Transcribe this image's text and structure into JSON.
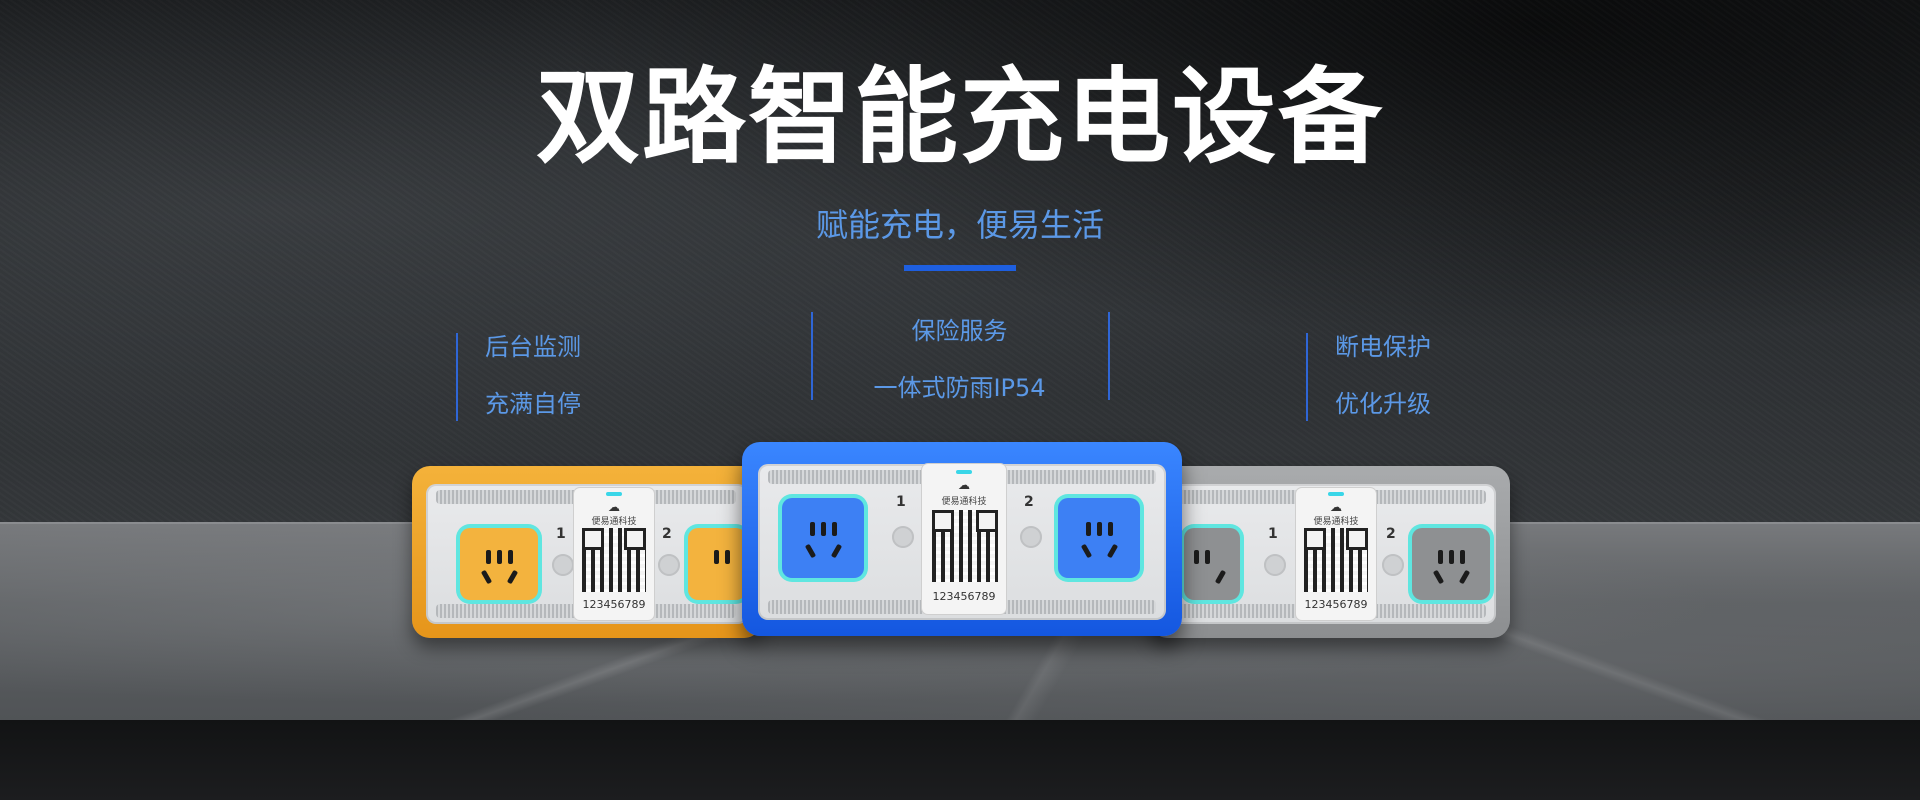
{
  "hero": {
    "title": "双路智能充电设备",
    "subtitle": "赋能充电，便易生活"
  },
  "features": {
    "left": [
      "后台监测",
      "充满自停"
    ],
    "center": [
      "保险服务",
      "一体式防雨IP54"
    ],
    "right": [
      "断电保护",
      "优化升级"
    ]
  },
  "devices": {
    "brand_text": "便易通科技",
    "serial": "123456789",
    "outlet_numbers": [
      "1",
      "2"
    ],
    "variants": [
      {
        "name": "orange",
        "color": "#f0a321",
        "socket_color": "#f3b33e"
      },
      {
        "name": "blue",
        "color": "#1e6df5",
        "socket_color": "#3d80f4"
      },
      {
        "name": "gray",
        "color": "#9a9c9e",
        "socket_color": "#8e9092"
      }
    ]
  },
  "icons": {
    "cloud": "cloud-upload-icon",
    "qr": "qr-code-icon",
    "socket": "power-socket-icon"
  }
}
